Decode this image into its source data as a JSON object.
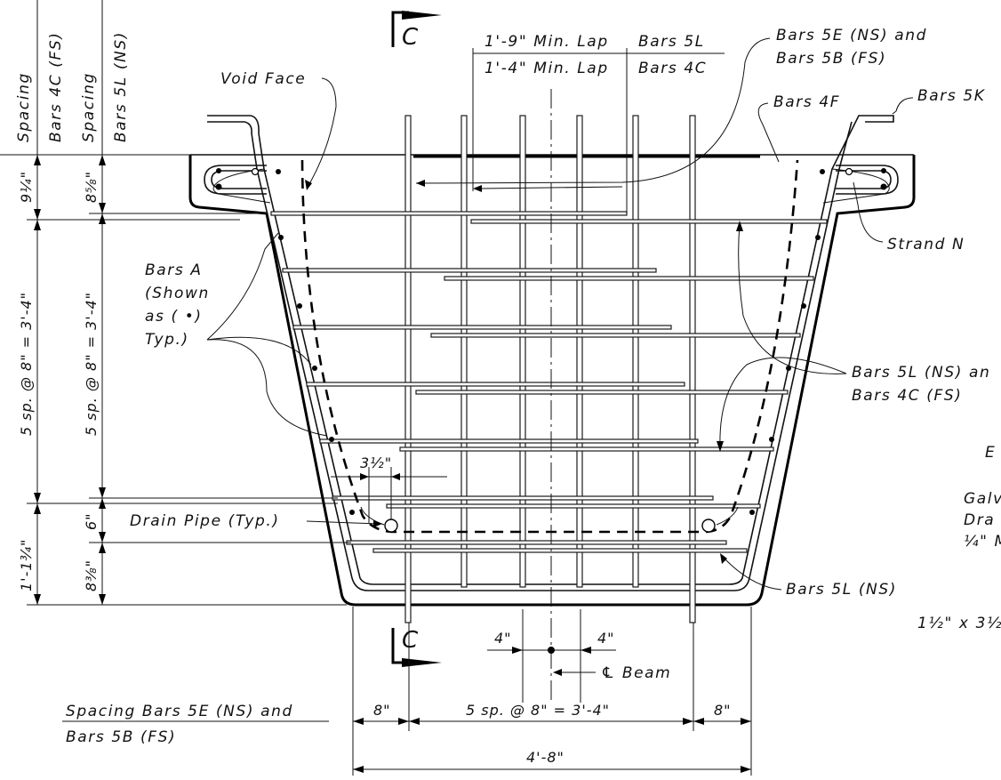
{
  "section_marks": [
    "C",
    "C"
  ],
  "labels": {
    "min_lap_5l": "1'-9\" Min. Lap",
    "bars_5l_top": "Bars 5L",
    "min_lap_4c": "1'-4\" Min. Lap",
    "bars_4c_top": "Bars 4C",
    "bars_5e_1": "Bars 5E (NS) and",
    "bars_5e_2": "Bars 5B (FS)",
    "bars_4f": "Bars 4F",
    "bars_5k": "Bars 5K",
    "void_face": "Void Face",
    "strand_n": "Strand N",
    "bars_a_1": "Bars A",
    "bars_a_2": "(Shown",
    "bars_a_3": "as ( •)",
    "bars_a_4": "Typ.)",
    "bars_5l_ns_4c_1": "Bars 5L (NS) an",
    "bars_5l_ns_4c_2": "Bars 4C (FS)",
    "drain_pipe": "Drain Pipe (Typ.)",
    "bars_5l_ns": "Bars 5L (NS)",
    "beam_cl": "℄ Beam",
    "spacing_5e_1": "Spacing Bars 5E (NS) and",
    "spacing_5e_2": "Bars 5B (FS)",
    "cut_e": "E",
    "cut_galv": "Galv",
    "cut_dra": "Dra",
    "cut_m": "¼\" M",
    "cut_size": "1½\" x 3½"
  },
  "dims": {
    "spacing_4c_a": "Spacing",
    "spacing_4c_b": "Bars 4C (FS)",
    "spacing_5l_a": "Spacing",
    "spacing_5l_b": "Bars 5L (NS)",
    "d_9q": "9¼\"",
    "d_8f": "8⅝\"",
    "d_5sp_left": "5 sp. @ 8\" = 3'-4\"",
    "d_5sp_right": "5 sp. @ 8\" = 3'-4\"",
    "d_1_1q": "1'-1¾\"",
    "d_6": "6\"",
    "d_8_3": "8⅜\"",
    "d_3h": "3½\"",
    "d_4_left": "4\"",
    "d_4_right": "4\"",
    "d_8_left": "8\"",
    "d_5sp_bottom": "5 sp. @ 8\" = 3'-4\"",
    "d_8_right": "8\"",
    "d_4_8": "4'-8\""
  }
}
